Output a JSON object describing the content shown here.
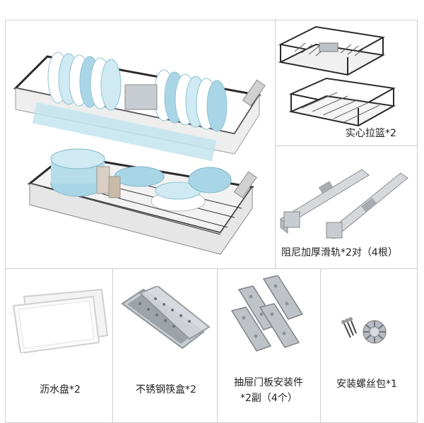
{
  "products": {
    "basket": {
      "label": "实心拉篮*2"
    },
    "slide": {
      "label": "阻尼加厚滑轨*2对（4根）"
    },
    "drip_tray": {
      "label": "沥水盘*2"
    },
    "chopstick_box": {
      "label": "不锈钢筷盒*2"
    },
    "door_kit": {
      "line1": "抽屉门板安装件",
      "line2": "*2副（4个）"
    },
    "screws": {
      "label": "安装螺丝包*1"
    }
  },
  "colors": {
    "border": "#cfcfcf",
    "metal": "#2a2a2a",
    "plate": "#a9d6e6",
    "steel": "#b7bcc2",
    "white": "#f7f7f7"
  }
}
